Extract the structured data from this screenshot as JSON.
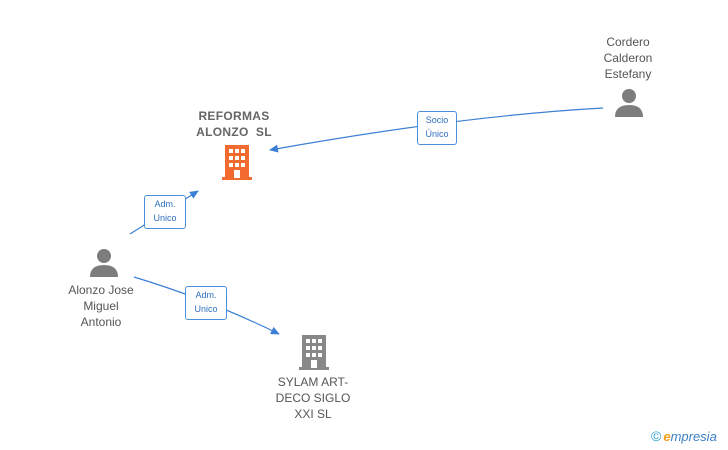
{
  "colors": {
    "edge": "#3b7fd4",
    "company_main": "#f26a2e",
    "company_other": "#888888",
    "person": "#7d7d7d"
  },
  "nodes": {
    "reformas": {
      "line1": "REFORMAS",
      "line2": "ALONZO  SL",
      "icon": "building-icon"
    },
    "cordero": {
      "line1": "Cordero",
      "line2": "Calderon",
      "line3": "Estefany",
      "icon": "person-icon"
    },
    "alonzo": {
      "line1": "Alonzo Jose",
      "line2": "Miguel",
      "line3": "Antonio",
      "icon": "person-icon"
    },
    "sylam": {
      "line1": "SYLAM ART-",
      "line2": "DECO SIGLO",
      "line3": "XXI SL",
      "icon": "building-icon"
    }
  },
  "edges": {
    "cordero_reformas": {
      "line1": "Socio",
      "line2": "Único"
    },
    "alonzo_reformas": {
      "line1": "Adm.",
      "line2": "Unico"
    },
    "alonzo_sylam": {
      "line1": "Adm.",
      "line2": "Unico"
    }
  },
  "brand": {
    "copyright": "©",
    "first_letter": "e",
    "rest": "mpresia"
  }
}
